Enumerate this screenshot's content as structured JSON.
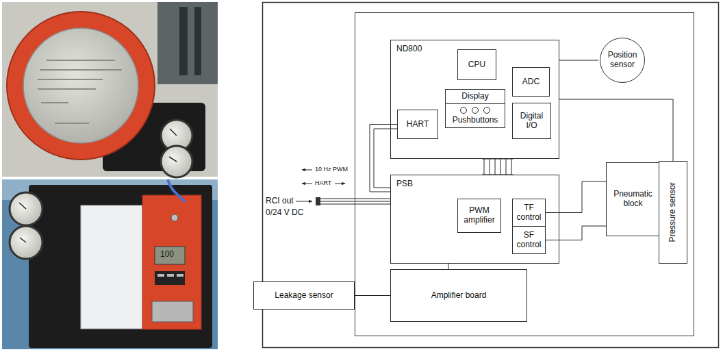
{
  "diagram": {
    "nodes": [
      {
        "text": [
          "ND800"
        ]
      },
      {
        "text": [
          "CPU"
        ],
        "in": 0
      },
      {
        "text": [
          "ADC"
        ],
        "in": 0
      },
      {
        "text": [
          "Display"
        ],
        "in": 0
      },
      {
        "text": [
          "Pushbuttons"
        ],
        "in": 0
      },
      {
        "text": [
          "HART"
        ],
        "in": 0
      },
      {
        "text": [
          "Digital I/O"
        ],
        "in": 0
      },
      {
        "text": [
          "Position sensor"
        ]
      },
      {
        "text": [
          "PSB"
        ]
      },
      {
        "text": [
          "PWM amplifier"
        ],
        "in": 8
      },
      {
        "text": [
          "TF control"
        ],
        "in": 8
      },
      {
        "text": [
          "SF control"
        ],
        "in": 8
      },
      {
        "text": [
          "Pneumatic block"
        ]
      },
      {
        "text": [
          "Pressure sensor"
        ]
      },
      {
        "text": [
          "Amplifier board"
        ]
      },
      {
        "text": [
          "Leakage sensor"
        ]
      }
    ],
    "edges": [
      {
        "from": 0,
        "to": 7,
        "arrow": "none"
      },
      {
        "from": 0,
        "to": 13,
        "arrow": "none"
      },
      {
        "from": 0,
        "to": 8,
        "arrow": "none"
      },
      {
        "from": 5,
        "to": 8,
        "arrow": "none"
      },
      {
        "from": 10,
        "to": 12,
        "arrow": "none"
      },
      {
        "from": 11,
        "to": 12,
        "arrow": "none"
      },
      {
        "from": 8,
        "to": 14,
        "arrow": "none"
      },
      {
        "from": 15,
        "to": 14,
        "arrow": "none"
      }
    ],
    "labels": [
      "10 Hz PWM",
      "HART",
      "RCI out",
      "0/24 V DC",
      "100"
    ]
  }
}
